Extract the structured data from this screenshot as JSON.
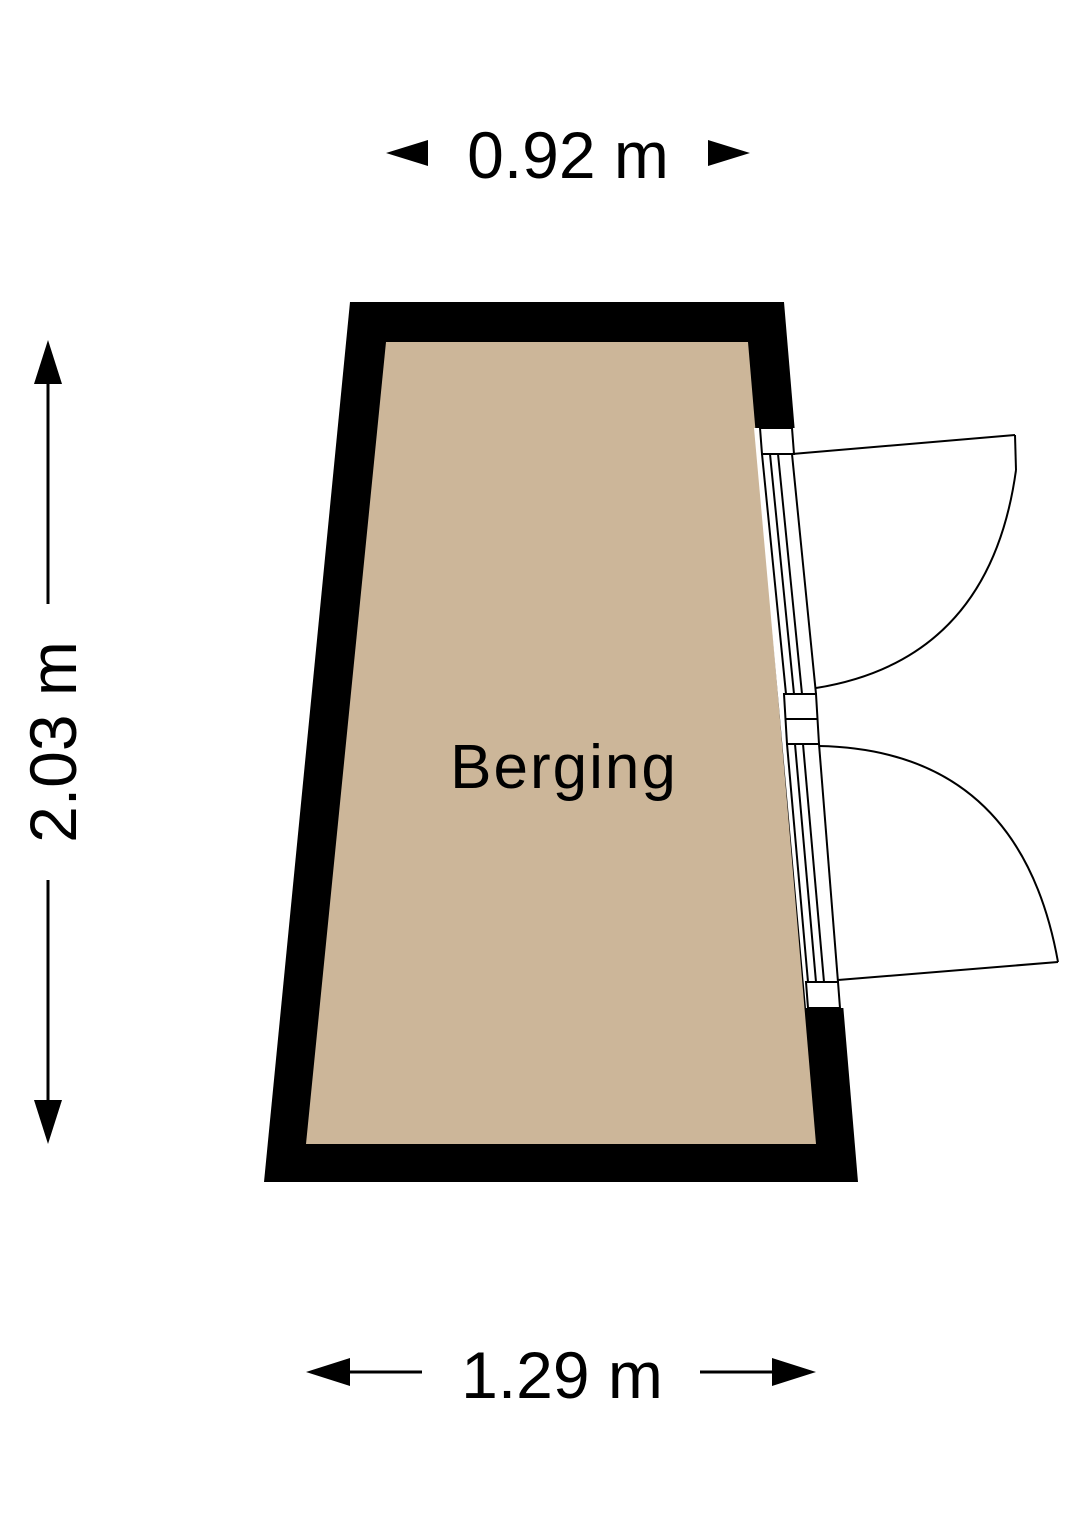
{
  "room": {
    "name": "Berging",
    "floor_color": "#CCB699",
    "wall_color": "#000000"
  },
  "dimensions": {
    "top_width": "0.92 m",
    "bottom_width": "1.29 m",
    "height": "2.03 m"
  },
  "doors": {
    "count": 2,
    "style": "double-swing",
    "side": "right"
  }
}
